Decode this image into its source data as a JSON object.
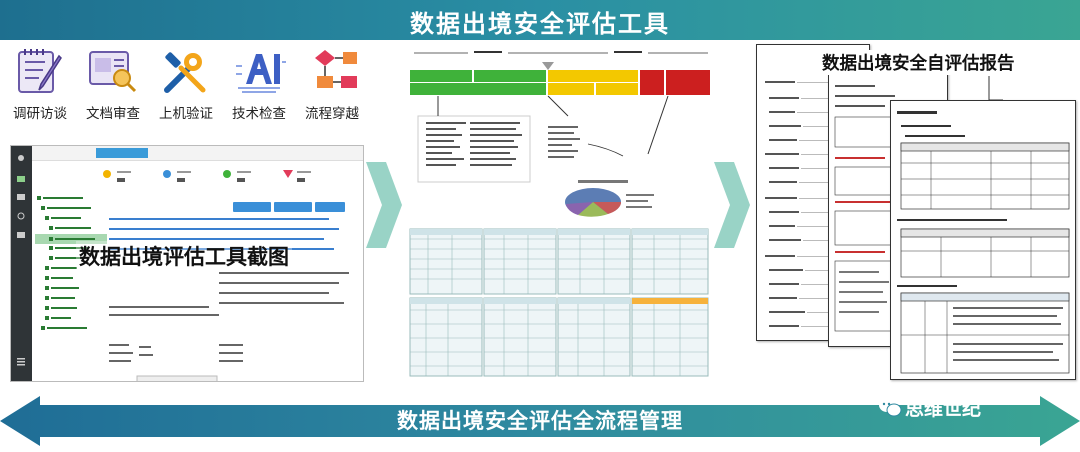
{
  "header": {
    "title": "数据出境安全评估工具"
  },
  "footer": {
    "title": "数据出境安全评估全流程管理"
  },
  "methods": [
    {
      "label": "调研访谈",
      "icon": "notepad-pen-icon"
    },
    {
      "label": "文档审查",
      "icon": "document-magnifier-icon"
    },
    {
      "label": "上机验证",
      "icon": "wrench-screwdriver-icon"
    },
    {
      "label": "技术检查",
      "icon": "ai-chip-icon"
    },
    {
      "label": "流程穿越",
      "icon": "flowchart-icon"
    }
  ],
  "screenshot": {
    "overlay_label": "数据出境评估工具截图"
  },
  "report": {
    "title": "数据出境安全自评估报告"
  },
  "watermark": {
    "text": "思维世纪",
    "icon": "wechat-icon"
  },
  "colors": {
    "banner": "#2a8fa4",
    "arrow": "#2f8aa0",
    "chevron": "#7fc8b8",
    "phase_green": "#3fb23a",
    "phase_yellow": "#f3c800",
    "phase_red": "#cc1f1f"
  }
}
